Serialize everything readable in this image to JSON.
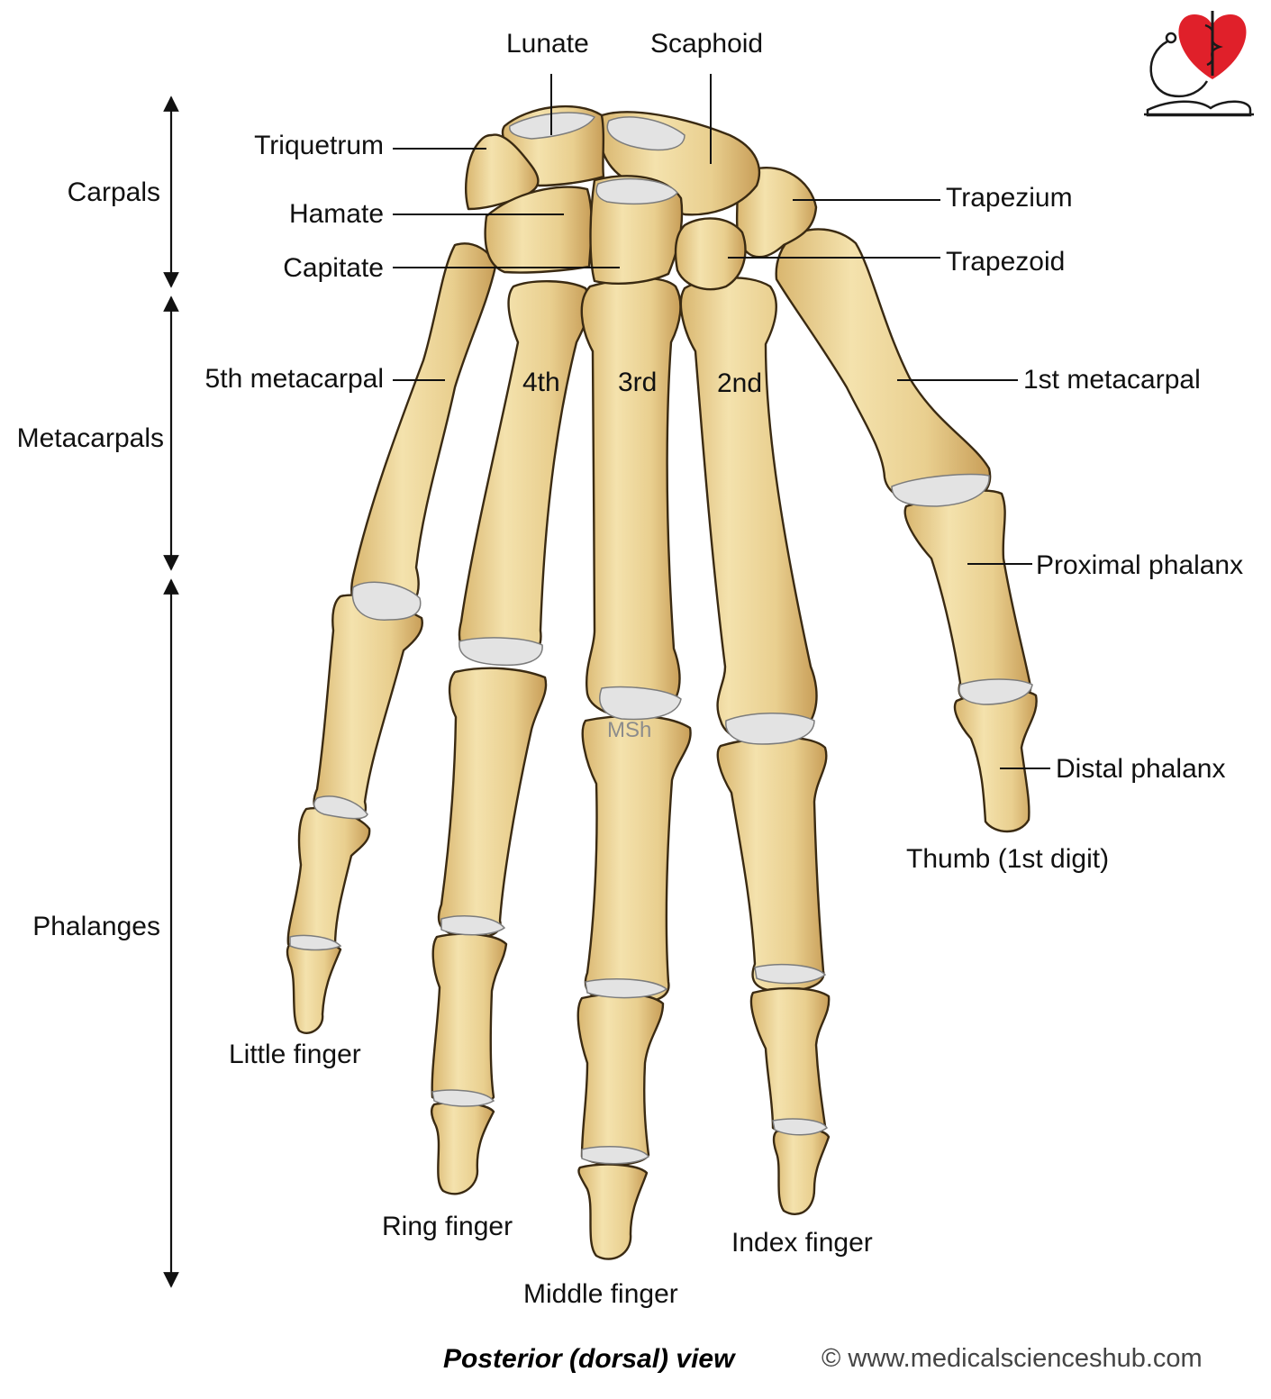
{
  "regions": {
    "carpals": "Carpals",
    "metacarpals": "Metacarpals",
    "phalanges": "Phalanges"
  },
  "carpal_bones": {
    "lunate": "Lunate",
    "scaphoid": "Scaphoid",
    "triquetrum": "Triquetrum",
    "hamate": "Hamate",
    "capitate": "Capitate",
    "trapezium": "Trapezium",
    "trapezoid": "Trapezoid"
  },
  "metacarpal_labels": {
    "fifth": "5th metacarpal",
    "fourth": "4th",
    "third": "3rd",
    "second": "2nd",
    "first": "1st metacarpal"
  },
  "thumb_labels": {
    "proximal": "Proximal phalanx",
    "distal": "Distal phalanx",
    "thumb": "Thumb (1st digit)"
  },
  "fingers": {
    "little": "Little finger",
    "ring": "Ring finger",
    "middle": "Middle finger",
    "index": "Index finger"
  },
  "watermark": "MSh",
  "caption": "Posterior (dorsal) view",
  "copyright": "© www.medicalscienceshub.com",
  "colors": {
    "bone": "#e8cf8e",
    "bone_dark": "#c9a05a",
    "cartilage": "#dcdcdc",
    "logo_heart": "#e0202a"
  }
}
